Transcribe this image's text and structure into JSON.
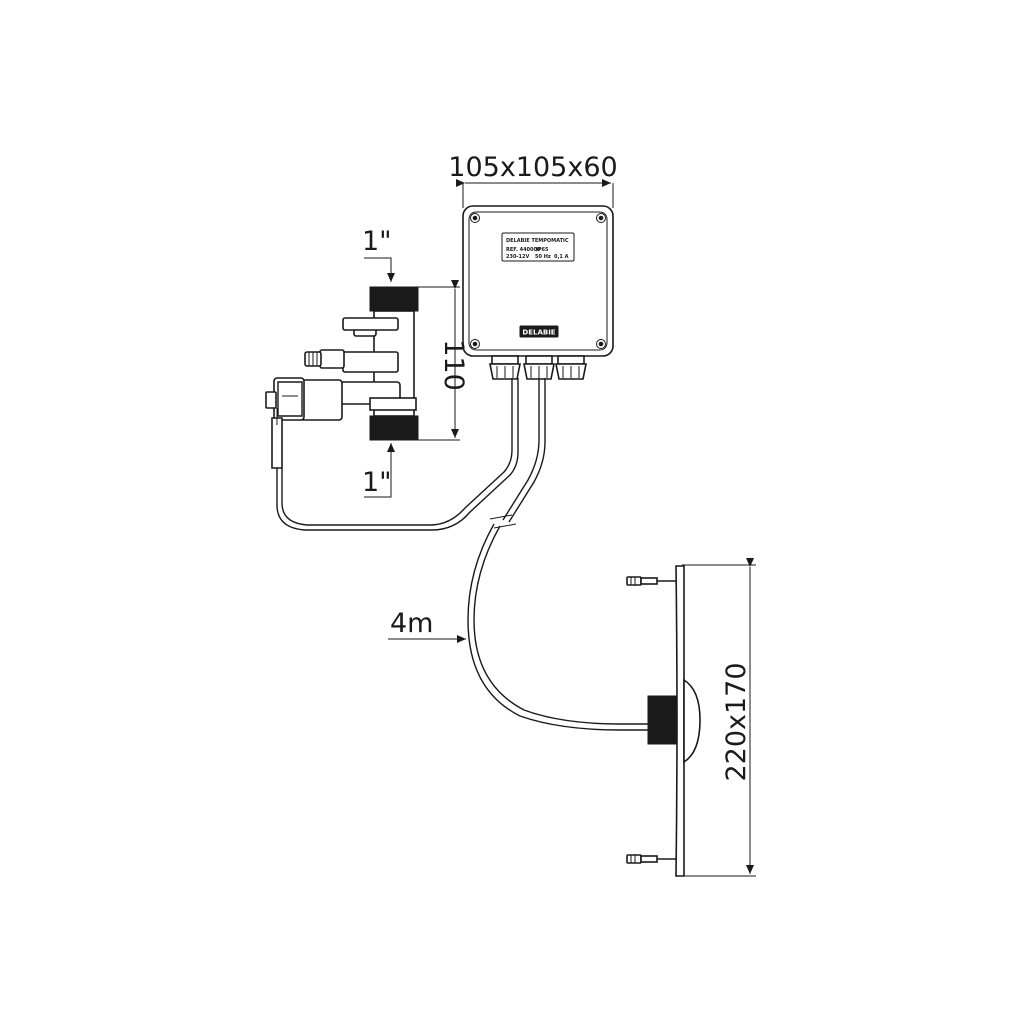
{
  "dimensions": {
    "box_size": "105x105x60",
    "inlet_thread": "1\"",
    "outlet_thread": "1\"",
    "valve_length": "110",
    "cable_length": "4m",
    "plate_size": "220x170"
  },
  "box_label": {
    "line1": "DELABIE TEMPOMATIC",
    "line2": "REF. 440000",
    "line3": "IP65",
    "line4": "230-12V",
    "line5": "50 Hz",
    "line6": "0,1 A",
    "brand": "DELABIE"
  },
  "colors": {
    "ink": "#1a1a1a",
    "background": "#ffffff"
  }
}
